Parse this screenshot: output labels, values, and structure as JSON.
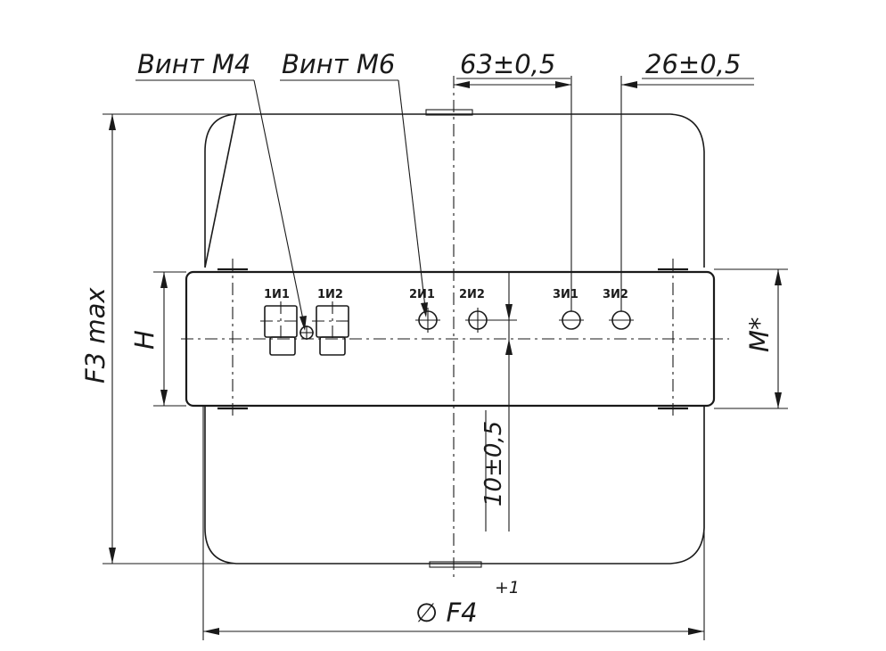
{
  "labels": {
    "screw_m4": "Винт М4",
    "screw_m6": "Винт М6",
    "dim_63": "63±0,5",
    "dim_26": "26±0,5",
    "dim_f3": "F3 max",
    "dim_h": "H",
    "dim_m": "M*",
    "dim_10": "10±0,5",
    "dim_f4": "∅ F4",
    "dim_f4_tol": "+1"
  },
  "terminals": [
    "1И1",
    "1И2",
    "2И1",
    "2И2",
    "3И1",
    "3И2"
  ],
  "colors": {
    "line": "#1a1a1a",
    "background": "#ffffff"
  }
}
